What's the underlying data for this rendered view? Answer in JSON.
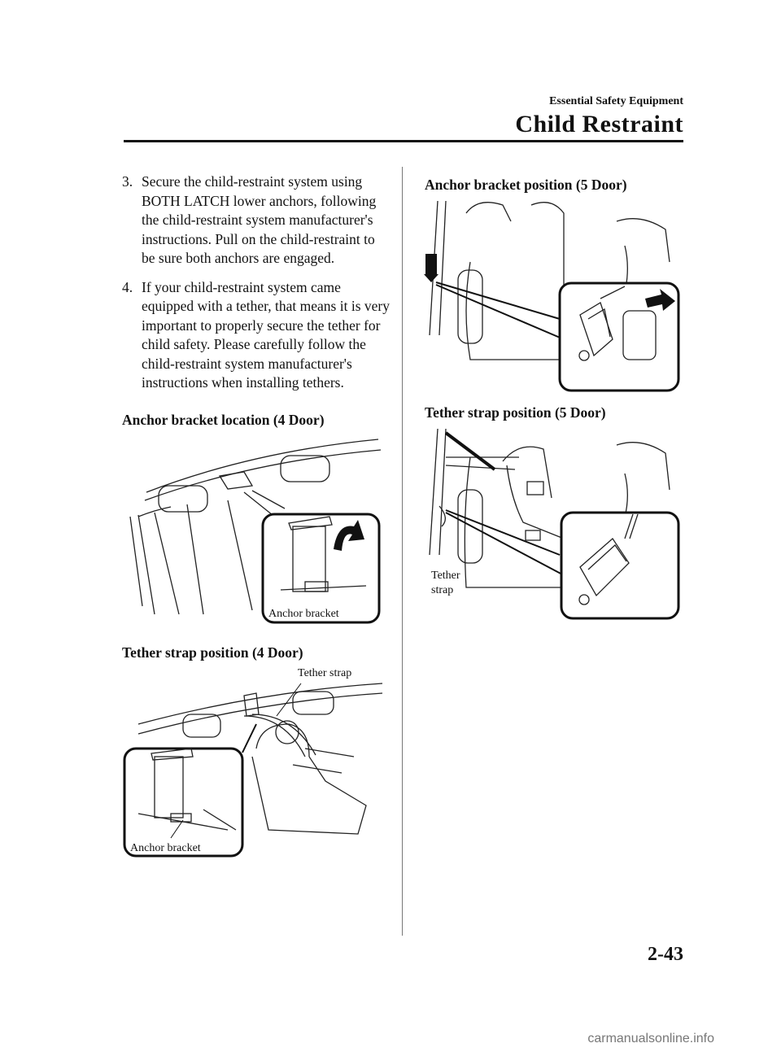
{
  "header": {
    "section": "Essential Safety Equipment",
    "title": "Child Restraint"
  },
  "steps": [
    {
      "number": "3.",
      "text": "Secure the child-restraint system using BOTH LATCH lower anchors, following the child-restraint system manufacturer's instructions. Pull on the child-restraint to be sure both anchors are engaged."
    },
    {
      "number": "4.",
      "text": "If your child-restraint system came equipped with a tether, that means it is very important to properly secure the tether for child safety. Please carefully follow the child-restraint system manufacturer's instructions when installing tethers."
    }
  ],
  "figures": {
    "anchor_4door": {
      "heading": "Anchor bracket location (4 Door)",
      "callout": "Anchor bracket"
    },
    "tether_4door": {
      "heading": "Tether strap position (4 Door)",
      "callout_tether": "Tether strap",
      "callout_anchor": "Anchor bracket"
    },
    "anchor_5door": {
      "heading": "Anchor bracket position (5 Door)"
    },
    "tether_5door": {
      "heading": "Tether strap position (5 Door)",
      "callout_line1": "Tether",
      "callout_line2": "strap"
    }
  },
  "footer": {
    "page_number": "2-43",
    "watermark": "carmanualsonline.info"
  }
}
